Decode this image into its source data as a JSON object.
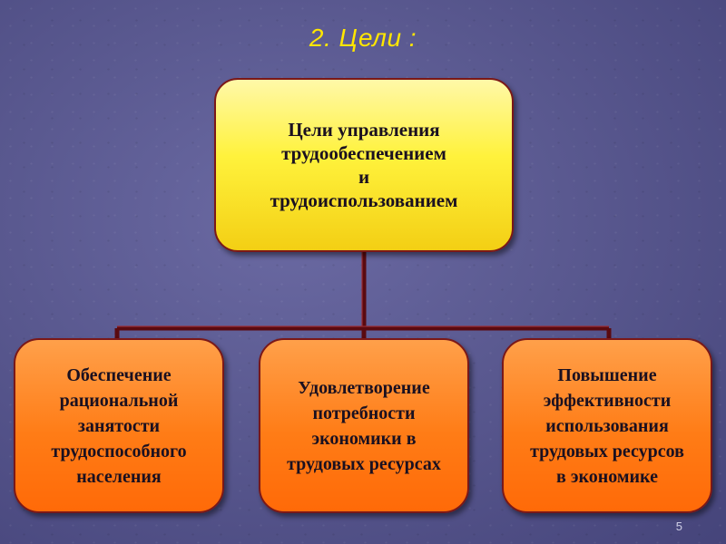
{
  "slide": {
    "title": "2. Цели :",
    "page_number": "5"
  },
  "diagram": {
    "root": {
      "label": "Цели управления\nтрудообеспечением\nи\nтрудоиспользованием"
    },
    "children": [
      {
        "label": "Обеспечение\nрациональной\nзанятости\nтрудоспособного\nнаселения"
      },
      {
        "label": "Удовлетворение\nпотребности\nэкономики в\nтрудовых ресурсах"
      },
      {
        "label": "Повышение\nэффективности\nиспользования\nтрудовых ресурсов\nв экономике"
      }
    ]
  },
  "colors": {
    "title": "#ffe600",
    "root_fill": "#fff23c",
    "child_fill": "#ff7c16",
    "connector": "#5a0a10"
  }
}
